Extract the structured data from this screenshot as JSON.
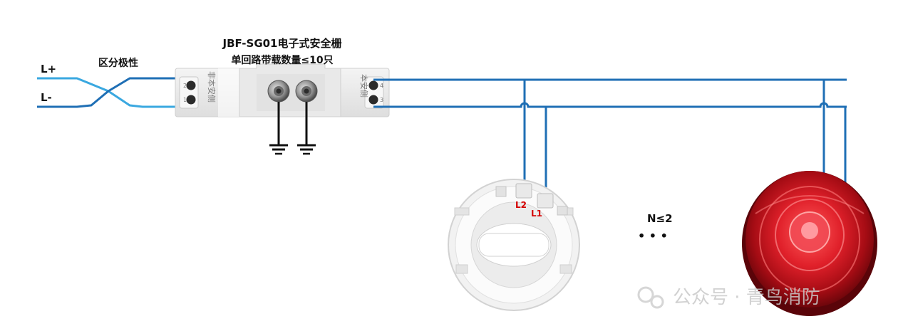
{
  "barrier": {
    "title": "JBF-SG01电子式安全栅",
    "subtitle": "单回路带载数量≤10只",
    "left_side_label": "非本安侧",
    "right_side_label": "本安侧",
    "left_pins": [
      "2",
      "1"
    ],
    "right_pins": [
      "4",
      "3"
    ]
  },
  "input": {
    "plus_label": "L+",
    "minus_label": "L-",
    "polarity_label": "区分极性"
  },
  "detector": {
    "terminal_l2": "L2",
    "terminal_l1": "L1"
  },
  "count": {
    "label": "N≤2",
    "ellipsis": "•   •   •"
  },
  "watermark": {
    "text": "公众号 · 青鸟消防"
  },
  "colors": {
    "wire_dark": "#1f6fb5",
    "wire_light": "#3aa8e0",
    "terminal_red": "#d40000",
    "strobe_red": "#c8101a"
  }
}
